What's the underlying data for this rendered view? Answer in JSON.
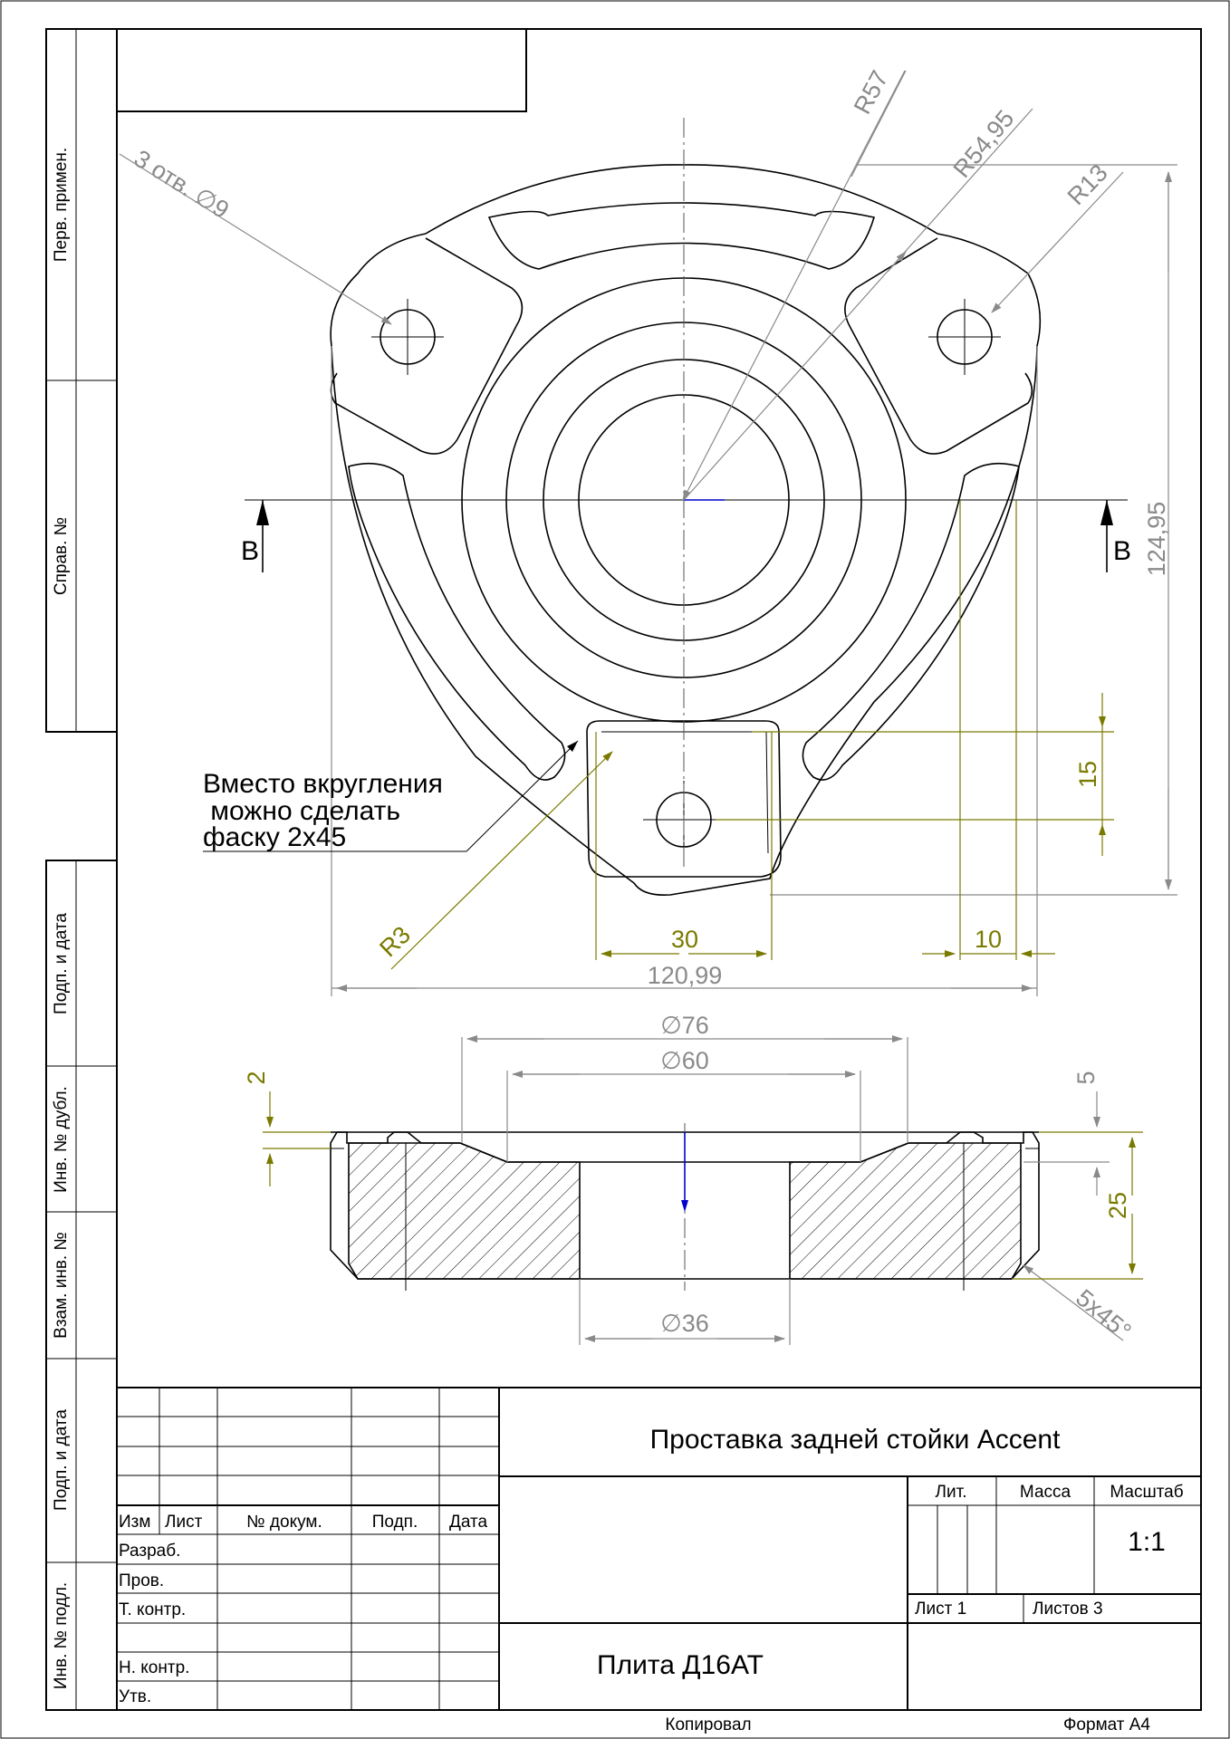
{
  "side_stamps": [
    "Перв. примен.",
    "Справ. №",
    "Подп. и дата",
    "Инв. № дубл.",
    "Взам. инв. №",
    "Подп. и дата",
    "Инв. № подл."
  ],
  "top_dims": {
    "r57": "R57",
    "r5495": "R54,95",
    "r13": "R13",
    "holes": "3 отв. ∅9",
    "h12495": "124,95"
  },
  "section_marker": "В",
  "note": {
    "line1": "Вместо вкругления",
    "line2": " можно сделать",
    "line3": "фаску 2х45"
  },
  "olive_dims": {
    "d15": "15",
    "d30": "30",
    "d10": "10",
    "r3": "R3",
    "d2": "2",
    "d25": "25"
  },
  "grey_dims": {
    "w12099": "120,99",
    "d76": "∅76",
    "d60": "∅60",
    "d5": "5",
    "d36": "∅36",
    "chamfer": "5х45°"
  },
  "title_block": {
    "headers": [
      "Изм",
      "Лист",
      "№ докум.",
      "Подп.",
      "Дата"
    ],
    "roles": [
      "Разраб.",
      "Пров.",
      "Т. контр.",
      "",
      "Н. контр.",
      "Утв."
    ],
    "title": "Проставка задней стойки Accent",
    "material": "Плита Д16АТ",
    "lit_label": "Лит.",
    "mass_label": "Масса",
    "scale_label": "Масштаб",
    "scale_value": "1:1",
    "sheet": "Лист 1",
    "sheets": "Листов 3"
  },
  "footer": {
    "copied": "Копировал",
    "format": "Формат А4"
  },
  "colors": {
    "line": "#000000",
    "dimension": "#8a8a8a",
    "olive": "#7a7a00",
    "axis": "#0000cc"
  }
}
